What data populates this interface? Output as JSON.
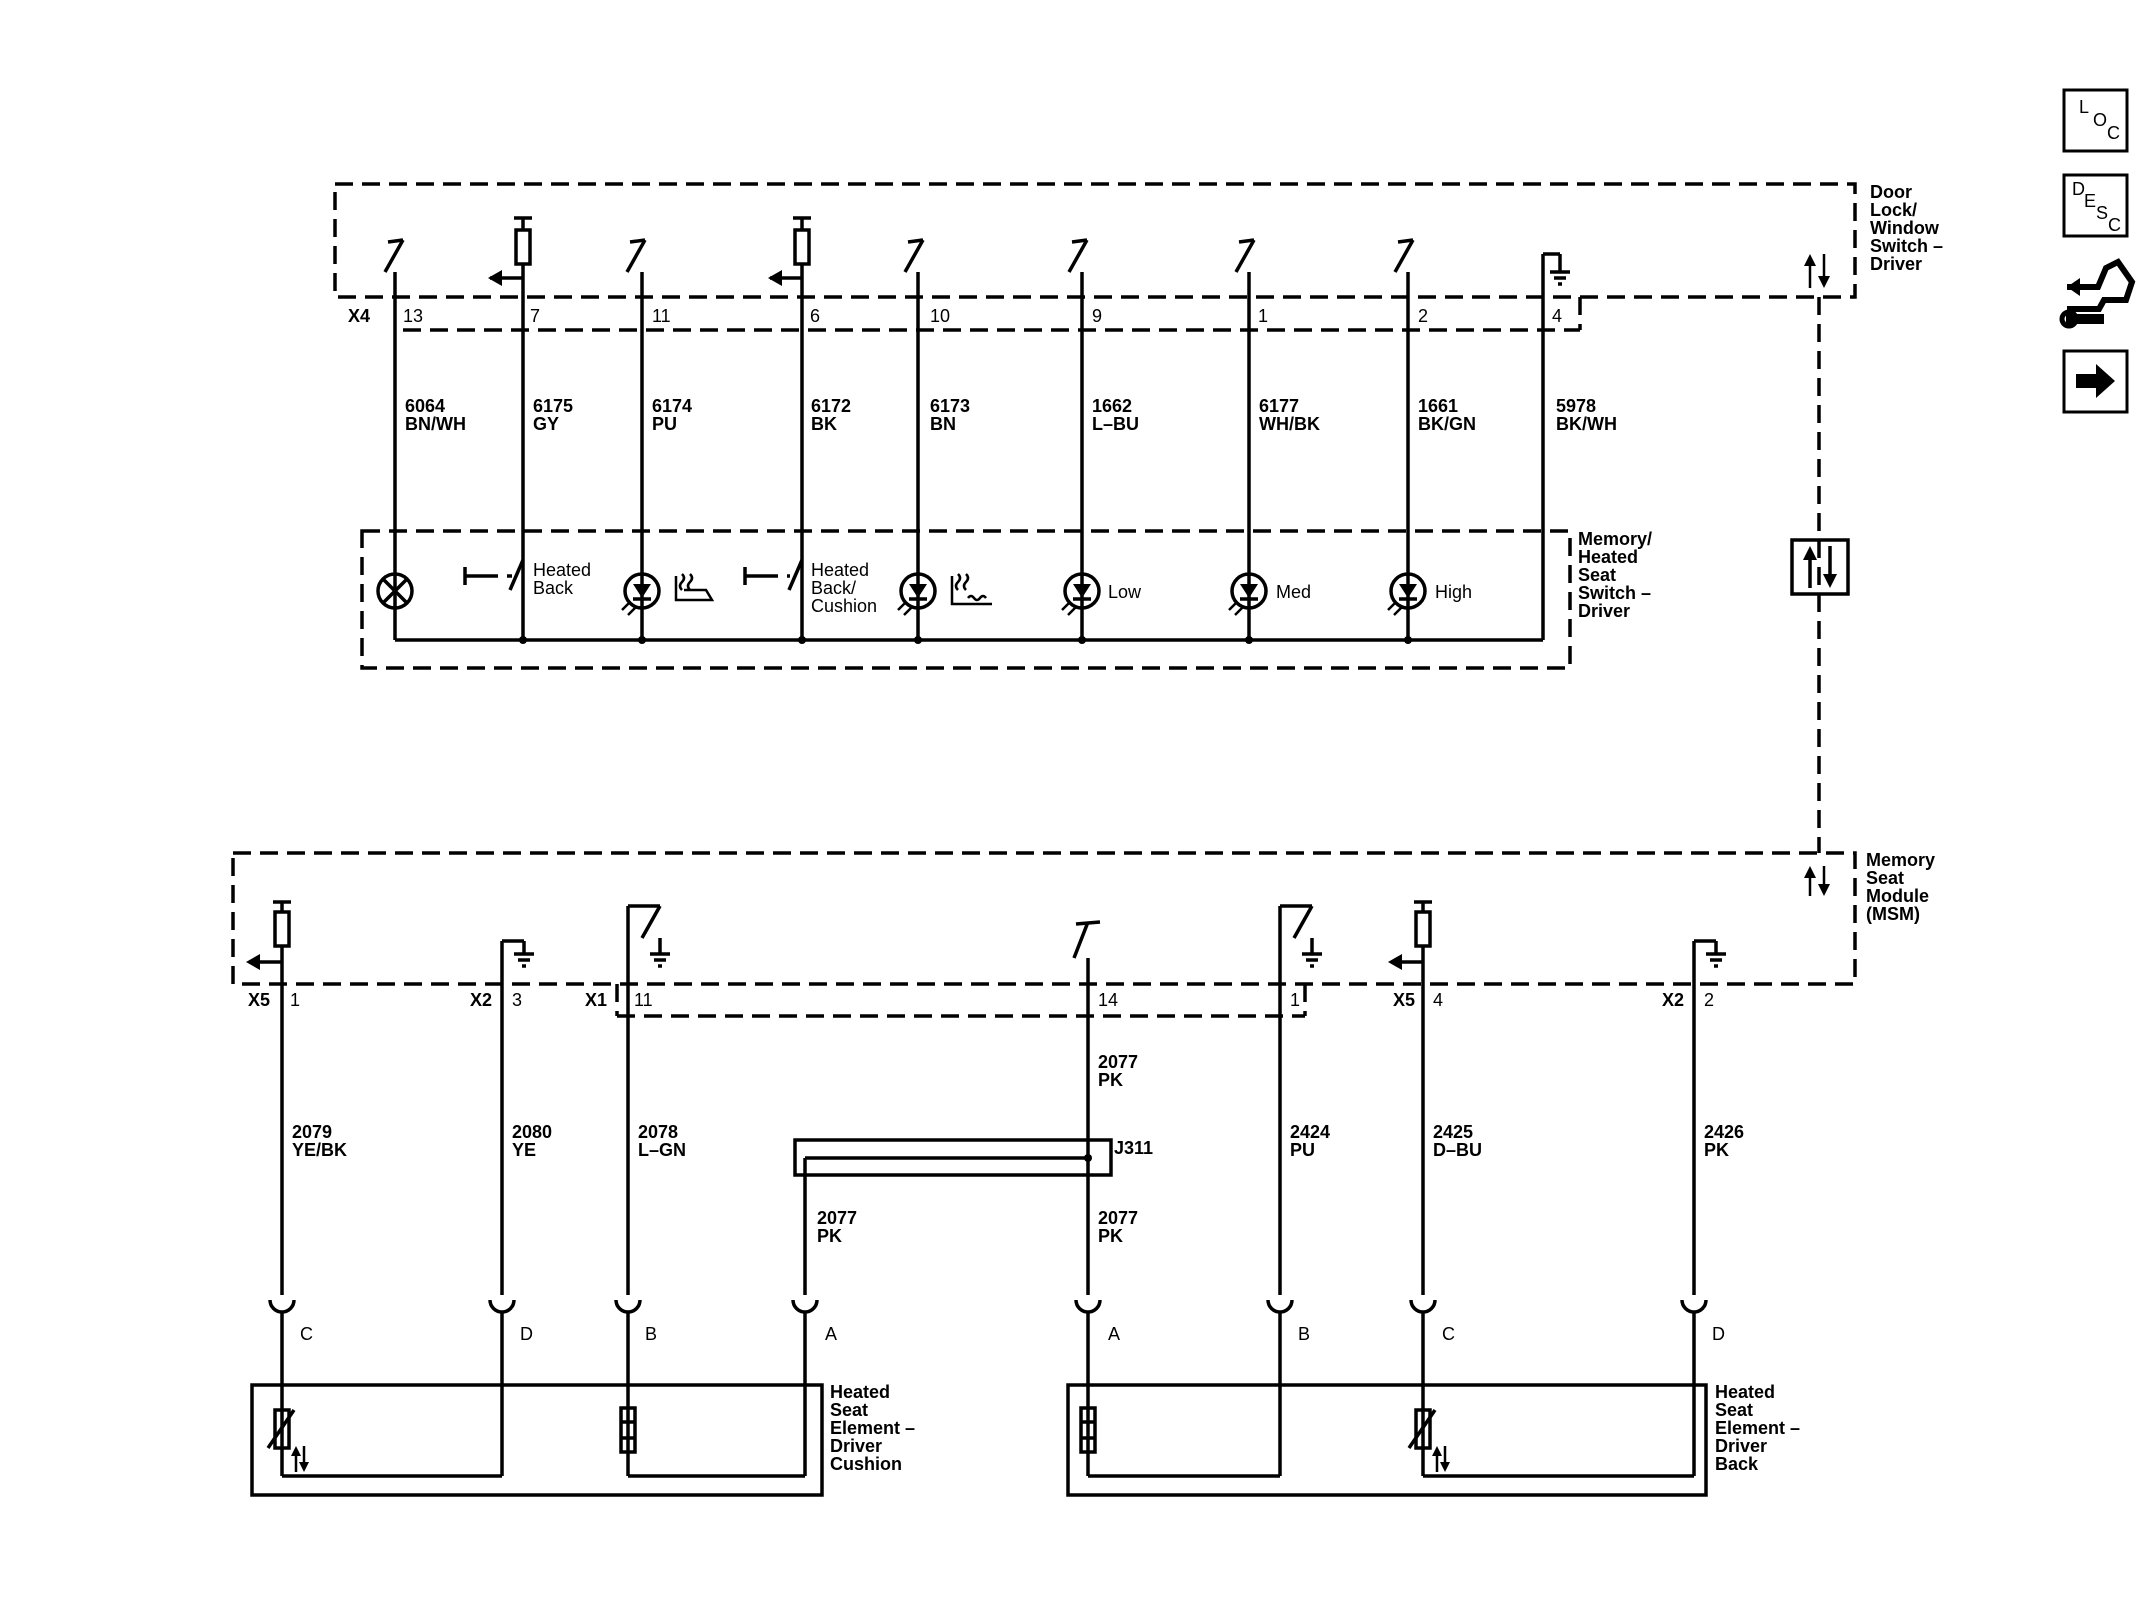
{
  "components": {
    "door_lock_switch": "Door\nLock/\nWindow\nSwitch –\nDriver",
    "memory_heated_seat_switch": "Memory/\nHeated\nSeat\nSwitch –\nDriver",
    "memory_seat_module": "Memory\nSeat\nModule\n(MSM)",
    "heated_element_cushion": "Heated\nSeat\nElement –\nDriver\nCushion",
    "heated_element_back": "Heated\nSeat\nElement –\nDriver\nBack"
  },
  "top_connector": "X4",
  "top_pins": [
    "13",
    "7",
    "11",
    "6",
    "10",
    "9",
    "1",
    "2",
    "4"
  ],
  "top_circuits": [
    {
      "num": "6064",
      "color": "BN/WH"
    },
    {
      "num": "6175",
      "color": "GY"
    },
    {
      "num": "6174",
      "color": "PU"
    },
    {
      "num": "6172",
      "color": "BK"
    },
    {
      "num": "6173",
      "color": "BN"
    },
    {
      "num": "1662",
      "color": "L–BU"
    },
    {
      "num": "6177",
      "color": "WH/BK"
    },
    {
      "num": "1661",
      "color": "BK/GN"
    },
    {
      "num": "5978",
      "color": "BK/WH"
    }
  ],
  "switch_labels": {
    "heated_back": "Heated\nBack",
    "heated_back_cushion": "Heated\nBack/\nCushion",
    "low": "Low",
    "med": "Med",
    "high": "High"
  },
  "msm_pins": [
    {
      "conn": "X5",
      "pin": "1"
    },
    {
      "conn": "X2",
      "pin": "3"
    },
    {
      "conn": "X1",
      "pin": "11"
    },
    {
      "conn": "",
      "pin": "14"
    },
    {
      "conn": "",
      "pin": "1"
    },
    {
      "conn": "X5",
      "pin": "4"
    },
    {
      "conn": "X2",
      "pin": "2"
    }
  ],
  "msm_circuits": [
    {
      "num": "2079",
      "color": "YE/BK"
    },
    {
      "num": "2080",
      "color": "YE"
    },
    {
      "num": "2078",
      "color": "L–GN"
    },
    {
      "num": "2077",
      "color": "PK"
    },
    {
      "num": "2424",
      "color": "PU"
    },
    {
      "num": "2425",
      "color": "D–BU"
    },
    {
      "num": "2426",
      "color": "PK"
    }
  ],
  "splice": {
    "name": "J311",
    "left": {
      "num": "2077",
      "color": "PK"
    },
    "right": {
      "num": "2077",
      "color": "PK"
    }
  },
  "element_pins_cushion": [
    "C",
    "D",
    "B",
    "A"
  ],
  "element_pins_back": [
    "A",
    "B",
    "C",
    "D"
  ],
  "nav": {
    "loc": {
      "a": "L",
      "b": "O",
      "c": "C"
    },
    "desc": {
      "a": "D",
      "b": "E",
      "c": "S",
      "d": "C"
    }
  }
}
